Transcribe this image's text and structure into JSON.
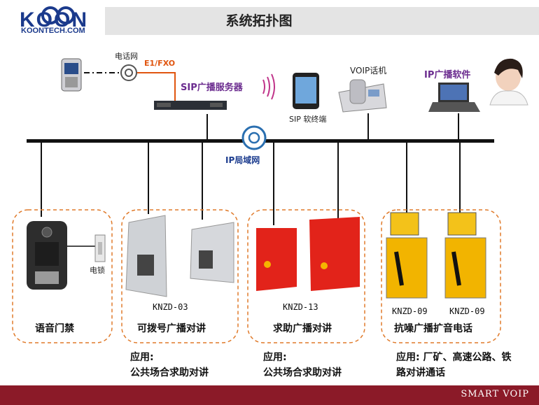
{
  "header": {
    "logo_text": "KOON",
    "logo_subtext": "KOONTECH.COM",
    "title": "系统拓扑图"
  },
  "network": {
    "phone_network_label": "电话网",
    "e1_label": "E1/FXO",
    "sip_server_label": "SIP广播服务器",
    "sip_softphone_label": "SIP 软终端",
    "voip_phone_label": "VOIP话机",
    "ip_software_label": "IP广播软件",
    "lan_label": "IP局域网"
  },
  "groups": [
    {
      "name": "语音门禁",
      "device_label": "电锁",
      "model": ""
    },
    {
      "name": "可拨号广播对讲",
      "model": "KNZD-03"
    },
    {
      "name": "求助广播对讲",
      "model": "KNZD-13"
    },
    {
      "name": "抗噪广播扩音电话",
      "models": [
        "KNZD-09",
        "KNZD-09"
      ]
    }
  ],
  "applications": [
    {
      "heading": "应用:",
      "text": "公共场合求助对讲"
    },
    {
      "heading": "应用:",
      "text": "公共场合求助对讲"
    },
    {
      "text": "应用: 厂矿、高速公路、铁路对讲通话"
    }
  ],
  "footer": {
    "text": "SMART VOIP"
  },
  "colors": {
    "brand_blue": "#1b3a8c",
    "footer": "#8b1a28",
    "orange_dashed": "#e07a2a",
    "purple_label": "#6b2c8f"
  }
}
